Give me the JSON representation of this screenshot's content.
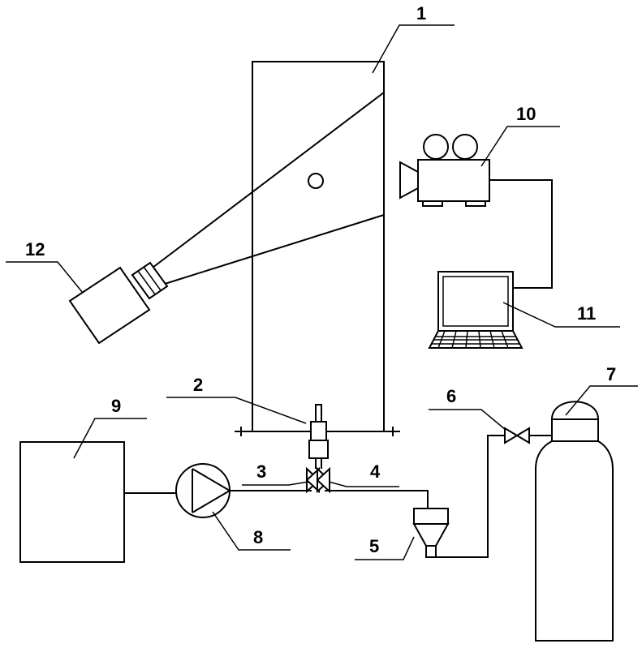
{
  "labels": {
    "l1": "1",
    "l2": "2",
    "l3": "3",
    "l4": "4",
    "l5": "5",
    "l6": "6",
    "l7": "7",
    "l8": "8",
    "l9": "9",
    "l10": "10",
    "l11": "11",
    "l12": "12"
  },
  "colors": {
    "stroke": "#000000",
    "background": "#ffffff"
  }
}
